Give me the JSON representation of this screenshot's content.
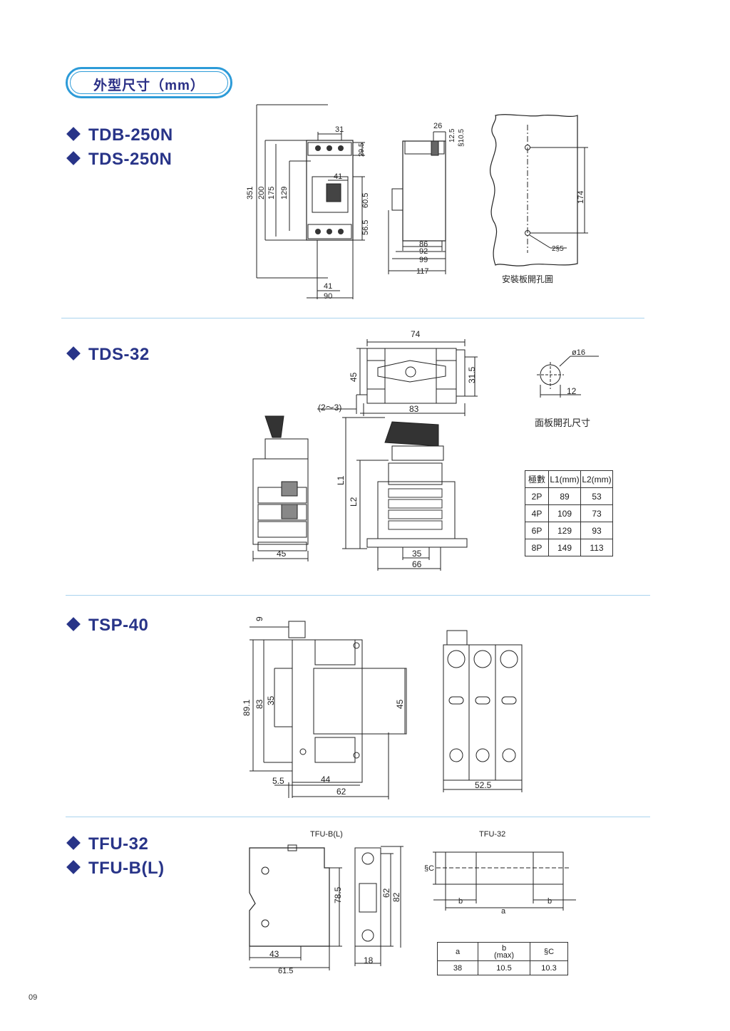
{
  "header": {
    "title": "外型尺寸（mm）"
  },
  "models": {
    "tdb250n": "TDB-250N",
    "tds250n": "TDS-250N",
    "tds32": "TDS-32",
    "tsp40": "TSP-40",
    "tfu32": "TFU-32",
    "tfub": "TFU-B(L)"
  },
  "tdb": {
    "front": {
      "d31": "31",
      "d29_5": "29.5",
      "d41": "41",
      "d60_5": "60.5",
      "d56_5": "56.5",
      "d351": "351",
      "d200": "200",
      "d175": "175",
      "d129": "129",
      "d41b": "41",
      "d90": "90"
    },
    "side": {
      "d26": "26",
      "d12_5": "12.5",
      "d10_5": "§10.5",
      "d86": "86",
      "d92": "92",
      "d99": "99",
      "d117": "117"
    },
    "panel": {
      "d174": "174",
      "holes": "2§5",
      "caption": "安裝板開孔圖"
    }
  },
  "tds32": {
    "top": {
      "d74": "74",
      "d45": "45",
      "d31_5": "31.5",
      "d83": "83",
      "range": "(2～3)"
    },
    "cutout": {
      "diameter": "ø16",
      "d12": "12",
      "caption": "面板開孔尺寸"
    },
    "side": {
      "d45": "45",
      "L1": "L1",
      "L2": "L2",
      "d35": "35",
      "d66": "66"
    },
    "table": {
      "headers": [
        "極數",
        "L1(mm)",
        "L2(mm)"
      ],
      "rows": [
        [
          "2P",
          "89",
          "53"
        ],
        [
          "4P",
          "109",
          "73"
        ],
        [
          "6P",
          "129",
          "93"
        ],
        [
          "8P",
          "149",
          "113"
        ]
      ]
    }
  },
  "tsp40": {
    "d9": "9",
    "d89_1": "89.1",
    "d83": "83",
    "d35": "35",
    "d45": "45",
    "d5_5": "5.5",
    "d44": "44",
    "d62": "62",
    "d52_5": "52.5"
  },
  "tfu": {
    "label_b": "TFU-B(L)",
    "label_32": "TFU-32",
    "d78_5": "78.5",
    "d62": "62",
    "d82": "82",
    "d43": "43",
    "d61_5": "61.5",
    "d18": "18",
    "c": "§C",
    "b": "b",
    "a": "a",
    "table": {
      "headers": [
        "a",
        "b",
        "(max)",
        "§C"
      ],
      "values": [
        "38",
        "10.5",
        "10.3"
      ]
    }
  },
  "page": {
    "number": "09"
  }
}
